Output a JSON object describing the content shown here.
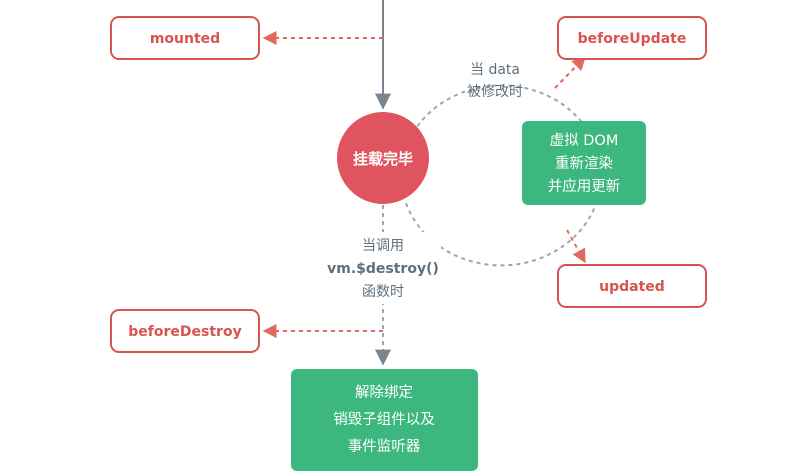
{
  "colors": {
    "hook_border": "#d9534f",
    "hook_text": "#d9534f",
    "dashed_red": "#e06a5c",
    "main_line": "#7a8591",
    "loop_dash": "#9aa7b0",
    "note_text": "#606f7b",
    "green_box": "#3cb77e",
    "red_circle": "#e0545f",
    "white": "#ffffff"
  },
  "hooks": {
    "mounted": "mounted",
    "before_update": "beforeUpdate",
    "updated": "updated",
    "before_destroy": "beforeDestroy"
  },
  "center_circle": {
    "label": "挂载完毕"
  },
  "update_note": {
    "line1": "当 data",
    "line2": "被修改时"
  },
  "rerender_box": {
    "line1": "虚拟 DOM",
    "line2": "重新渲染",
    "line3": "并应用更新"
  },
  "destroy_note": {
    "line1": "当调用",
    "line2": "vm.$destroy()",
    "line3": "函数时"
  },
  "teardown_box": {
    "line1": "解除绑定",
    "line2": "销毁子组件以及",
    "line3": "事件监听器"
  }
}
